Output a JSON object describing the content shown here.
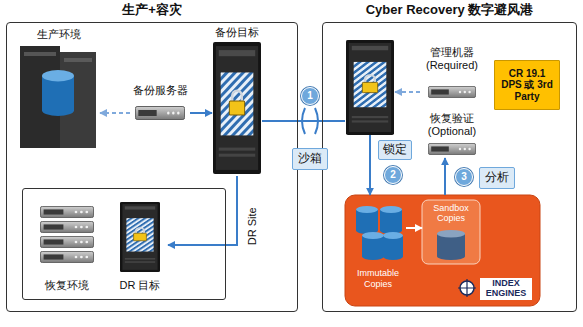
{
  "diagram": {
    "nodes": [
      {
        "text": [
          "生产+容灾"
        ]
      },
      {
        "text": [
          "生产环境"
        ],
        "in": 0
      },
      {
        "text": [
          "备份服务器"
        ],
        "in": 0
      },
      {
        "text": [
          "备份目标"
        ],
        "in": 0
      },
      {
        "text": [
          "DR Site"
        ],
        "in": 0
      },
      {
        "text": [
          "恢复环境"
        ],
        "in": 4
      },
      {
        "text": [
          "DR 目标"
        ],
        "in": 4
      },
      {
        "text": [
          "Cyber Recovery 数字避风港"
        ]
      },
      {
        "text": [
          "1"
        ]
      },
      {
        "text": [
          "沙箱"
        ]
      },
      {
        "text": [],
        "in": 7
      },
      {
        "text": [
          "管理机器 (Required)"
        ],
        "in": 7
      },
      {
        "text": [
          "CR 19.1 DPS 或 3rd Party"
        ],
        "in": 7
      },
      {
        "text": [
          "恢复验证 (Optional)"
        ],
        "in": 7
      },
      {
        "text": [
          "2"
        ],
        "in": 7
      },
      {
        "text": [
          "锁定"
        ],
        "in": 7
      },
      {
        "text": [
          "3"
        ],
        "in": 7
      },
      {
        "text": [
          "分析"
        ],
        "in": 7
      },
      {
        "text": [
          "INDEX ENGINES"
        ],
        "in": 7
      },
      {
        "text": [
          "Immutable Copies"
        ],
        "in": 18
      },
      {
        "text": [
          "Sandbox Copies"
        ],
        "in": 18
      }
    ],
    "edges": [
      {
        "from": 2,
        "to": 1,
        "arrow": "to"
      },
      {
        "from": 2,
        "to": 3,
        "arrow": "to"
      },
      {
        "from": 3,
        "to": 6,
        "arrow": "to"
      },
      {
        "from": 3,
        "to": 10,
        "arrow": "none"
      },
      {
        "from": 11,
        "to": 10,
        "arrow": "to"
      },
      {
        "from": 10,
        "to": 18,
        "arrow": "to"
      },
      {
        "from": 19,
        "to": 20,
        "arrow": "to"
      },
      {
        "from": 18,
        "to": 13,
        "arrow": "to"
      }
    ]
  }
}
